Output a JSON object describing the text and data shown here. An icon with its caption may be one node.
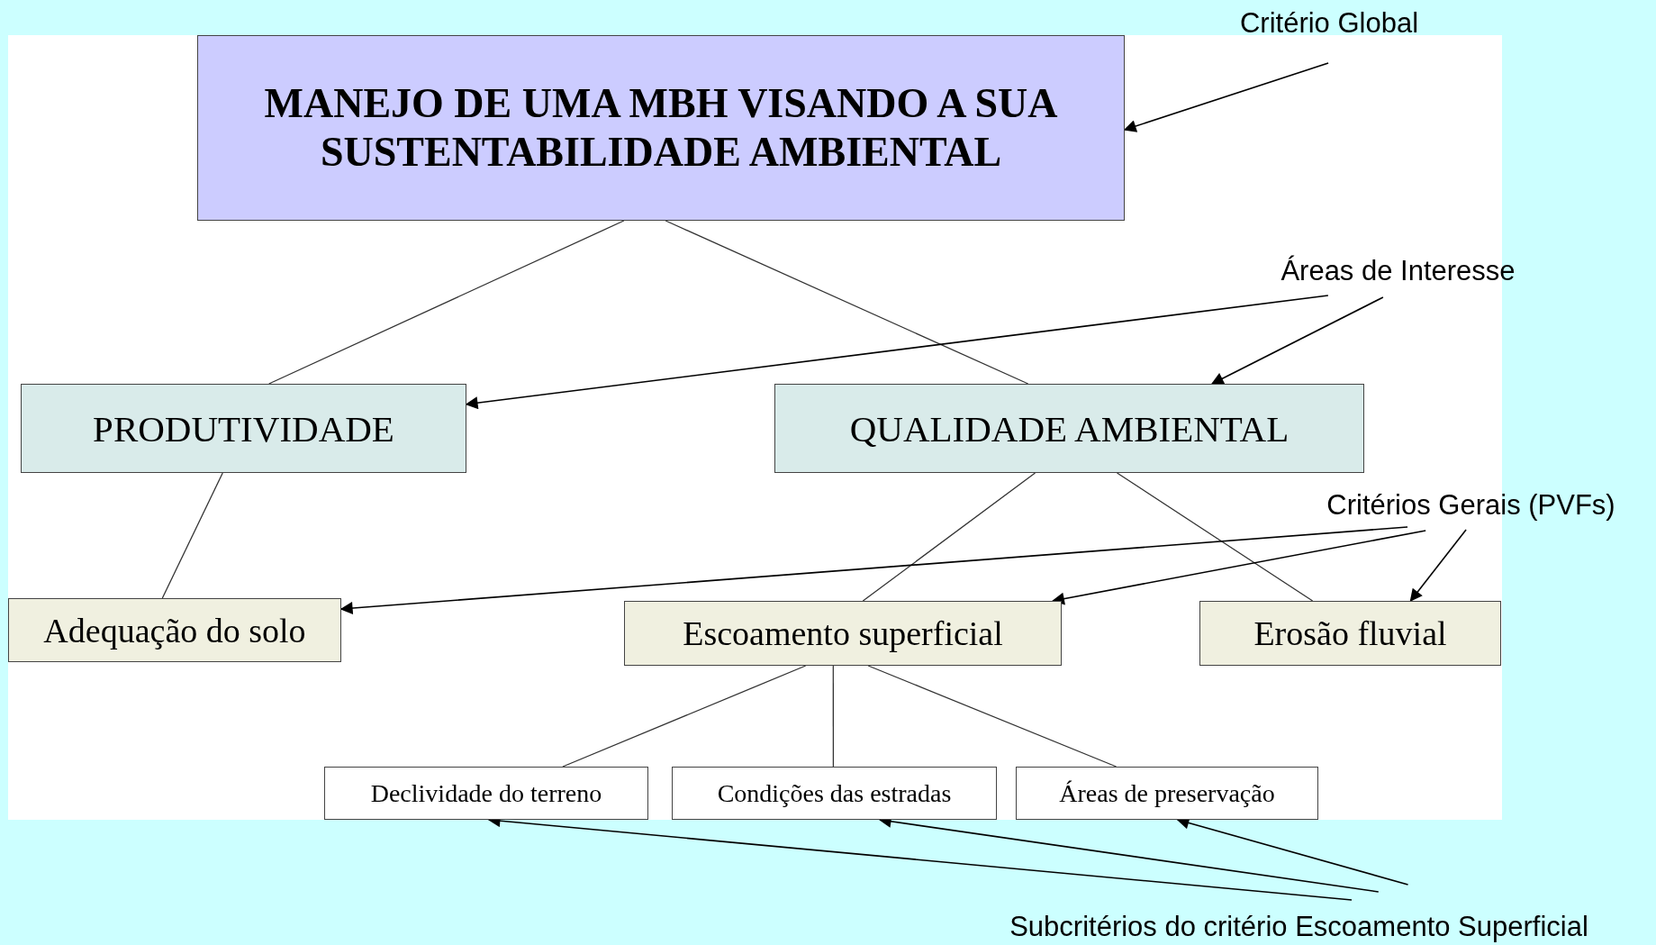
{
  "diagram": {
    "nodes": [
      {
        "text": [
          "MANEJO DE UMA MBH VISANDO A SUA SUSTENTABILIDADE AMBIENTAL"
        ]
      },
      {
        "text": [
          "PRODUTIVIDADE"
        ]
      },
      {
        "text": [
          "QUALIDADE AMBIENTAL"
        ]
      },
      {
        "text": [
          "Adequação do solo"
        ]
      },
      {
        "text": [
          "Escoamento superficial"
        ]
      },
      {
        "text": [
          "Erosão fluvial"
        ]
      },
      {
        "text": [
          "Declividade do terreno"
        ]
      },
      {
        "text": [
          "Condições das estradas"
        ]
      },
      {
        "text": [
          "Áreas de preservação"
        ]
      },
      {
        "text": [
          "Critério Global"
        ]
      },
      {
        "text": [
          "Áreas de Interesse"
        ]
      },
      {
        "text": [
          "Critérios Gerais (PVFs)"
        ]
      },
      {
        "text": [
          "Subcritérios do critério Escoamento Superficial"
        ]
      }
    ],
    "edges": [
      {
        "from": 0,
        "to": 1,
        "arrow": "none"
      },
      {
        "from": 0,
        "to": 2,
        "arrow": "none"
      },
      {
        "from": 1,
        "to": 3,
        "arrow": "none"
      },
      {
        "from": 2,
        "to": 4,
        "arrow": "none"
      },
      {
        "from": 2,
        "to": 5,
        "arrow": "none"
      },
      {
        "from": 4,
        "to": 6,
        "arrow": "none"
      },
      {
        "from": 4,
        "to": 7,
        "arrow": "none"
      },
      {
        "from": 4,
        "to": 8,
        "arrow": "none"
      },
      {
        "from": 9,
        "to": 0,
        "arrow": "to"
      },
      {
        "from": 10,
        "to": 1,
        "arrow": "to"
      },
      {
        "from": 10,
        "to": 2,
        "arrow": "to"
      },
      {
        "from": 11,
        "to": 3,
        "arrow": "to"
      },
      {
        "from": 11,
        "to": 4,
        "arrow": "to"
      },
      {
        "from": 11,
        "to": 5,
        "arrow": "to"
      },
      {
        "from": 12,
        "to": 6,
        "arrow": "to"
      },
      {
        "from": 12,
        "to": 7,
        "arrow": "to"
      },
      {
        "from": 12,
        "to": 8,
        "arrow": "to"
      }
    ]
  }
}
